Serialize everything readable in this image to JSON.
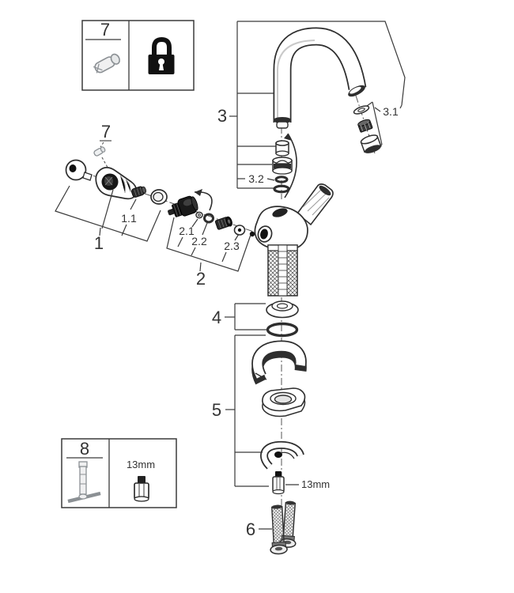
{
  "diagram": {
    "type": "exploded-parts-diagram",
    "background": "#ffffff",
    "ink_color": "#2e2e2e",
    "text_color": "#333333",
    "accessory_gray": "#8b9094"
  },
  "labels": {
    "box7": "7",
    "screw_callout": "7",
    "g1": "1",
    "g1_1": "1.1",
    "g2": "2",
    "g2_1": "2.1",
    "g2_2": "2.2",
    "g2_3": "2.3",
    "g3": "3",
    "g3_1": "3.1",
    "g3_2": "3.2",
    "g4": "4",
    "g5": "5",
    "g6": "6",
    "box8": "8",
    "wrench_main": "13mm",
    "wrench_box8": "13mm"
  },
  "icons": {
    "lock": "padlock"
  }
}
